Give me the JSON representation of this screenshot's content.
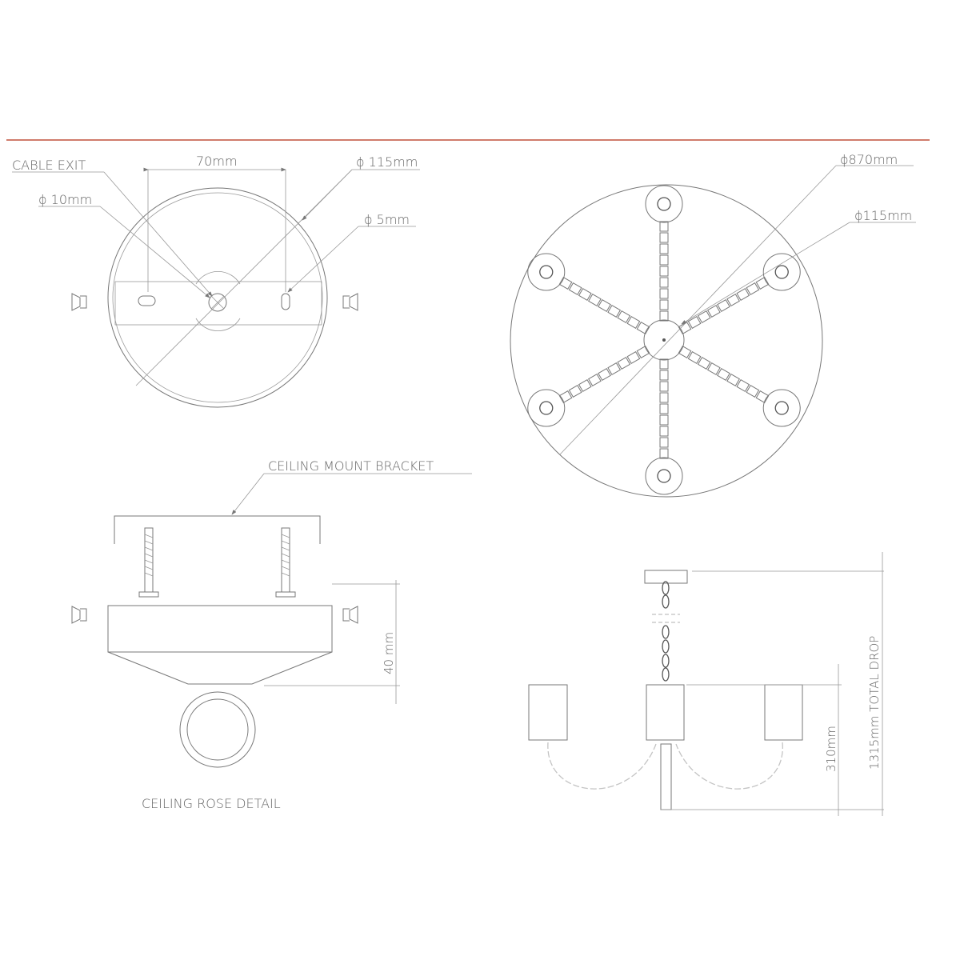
{
  "header_rule_color": "#c0503c",
  "rose_plan": {
    "labels": {
      "cable_exit": "CABLE EXIT",
      "width": "70mm",
      "dia_115": "ϕ 115mm",
      "dia_10": "ϕ 10mm",
      "dia_5": "ϕ 5mm"
    }
  },
  "chandelier_plan": {
    "labels": {
      "overall": "ϕ870mm",
      "canopy": "ϕ115mm"
    },
    "arm_count": 6
  },
  "rose_detail": {
    "labels": {
      "bracket": "CEILING MOUNT BRACKET",
      "height": "40 mm",
      "title": "CEILING ROSE DETAIL"
    }
  },
  "elevation": {
    "labels": {
      "body_height": "310mm",
      "total_drop": "1315mm TOTAL DROP"
    }
  }
}
